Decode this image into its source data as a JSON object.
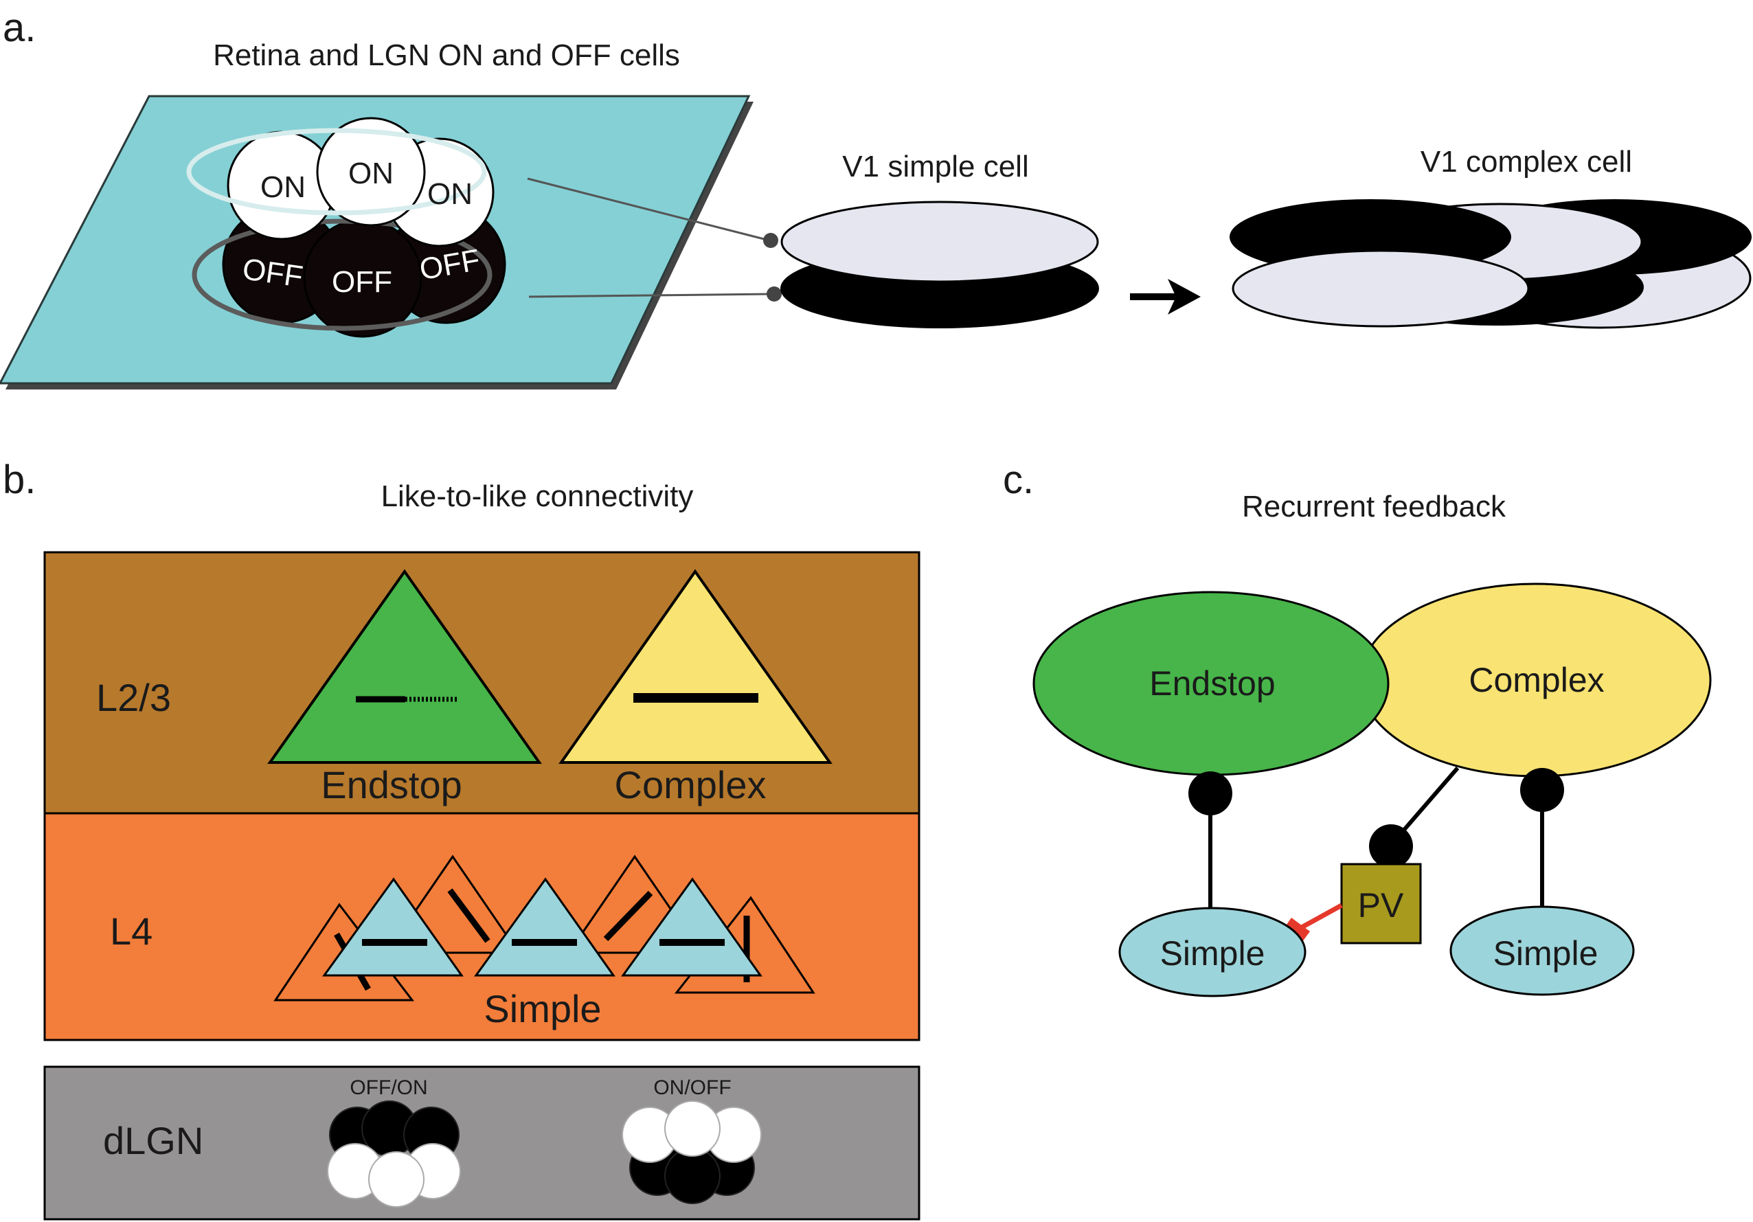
{
  "panel_a": {
    "letter": "a.",
    "title": "Retina and LGN ON and OFF cells",
    "on_labels": [
      "ON",
      "ON",
      "ON"
    ],
    "off_labels": [
      "OFF",
      "OFF",
      "OFF"
    ],
    "simple_title": "V1 simple cell",
    "complex_title": "V1 complex cell"
  },
  "panel_b": {
    "letter": "b.",
    "title": "Like-to-like connectivity",
    "layer_l23": "L2/3",
    "layer_l4": "L4",
    "layer_dlgn": "dLGN",
    "endstop_label": "Endstop",
    "complex_label": "Complex",
    "simple_label": "Simple",
    "off_on_label": "OFF/ON",
    "on_off_label": "ON/OFF"
  },
  "panel_c": {
    "letter": "c.",
    "title": "Recurrent feedback",
    "endstop_label": "Endstop",
    "complex_label": "Complex",
    "pv_label": "PV",
    "simple_left_label": "Simple",
    "simple_right_label": "Simple"
  },
  "colors": {
    "retina": "#84d0d5",
    "l23": "#b7792c",
    "l4": "#f37d3a",
    "dlgn": "#959394",
    "endstop": "#47b549",
    "complex": "#f9e372",
    "simple": "#9bd4da",
    "pv": "#a89a1d",
    "inhibitory": "#e5392b",
    "light_field": "#e6e6f0"
  }
}
